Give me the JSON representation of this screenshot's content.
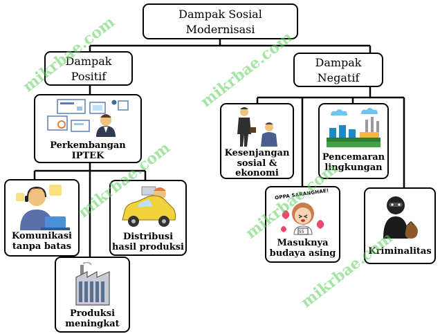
{
  "root": {
    "line1": "Dampak Sosial",
    "line2": "Modernisasi"
  },
  "positive": {
    "header": {
      "line1": "Dampak",
      "line2": "Positif"
    },
    "main": {
      "line1": "Perkembangan",
      "line2": "IPTEK"
    },
    "children": [
      {
        "line1": "Komunikasi",
        "line2": "tanpa batas"
      },
      {
        "line1": "Distribusi",
        "line2": "hasil produksi"
      },
      {
        "line1": "Produksi",
        "line2": "meningkat"
      }
    ]
  },
  "negative": {
    "header": {
      "line1": "Dampak",
      "line2": "Negatif"
    },
    "children": [
      {
        "line1": "Kesenjangan",
        "line2": "sosial &",
        "line3": "ekonomi"
      },
      {
        "line1": "Pencemaran",
        "line2": "lingkungan"
      },
      {
        "line1": "Masuknya",
        "line2": "budaya asing",
        "sign": "OPPA SARANGHAE!",
        "badge": "55"
      },
      {
        "line1": "Kriminalitas"
      }
    ]
  },
  "watermark": "mikrbae.com",
  "colors": {
    "border": "#000000",
    "watermark": "#5bd05b"
  }
}
